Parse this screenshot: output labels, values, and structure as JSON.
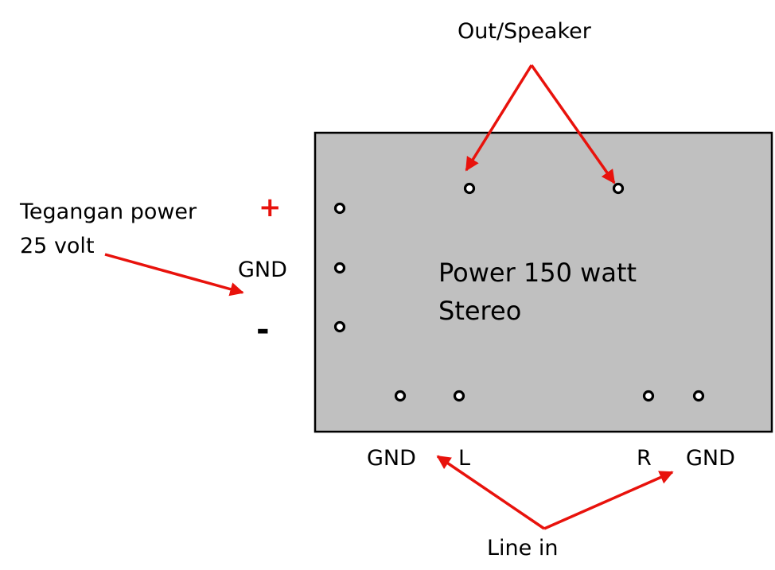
{
  "board": {
    "title_line1": "Power 150 watt",
    "title_line2": "Stereo",
    "fill_color": "#c0c0c0",
    "border_color": "#000000"
  },
  "labels": {
    "out_speaker": "Out/Speaker",
    "supply_line1": "Tegangan power",
    "supply_line2": "25 volt",
    "plus": "+",
    "gnd_supply": "GND",
    "minus": "-",
    "gnd_left": "GND",
    "left": "L",
    "right": "R",
    "gnd_right": "GND",
    "line_in": "Line in"
  },
  "colors": {
    "arrow": "#e8120c",
    "plus_symbol": "#e8120c",
    "text": "#000000"
  }
}
